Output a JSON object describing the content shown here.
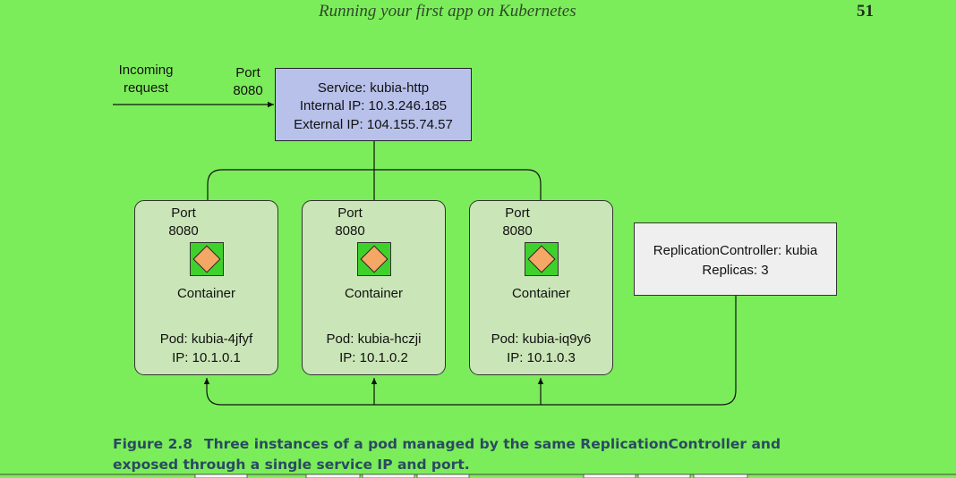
{
  "page": {
    "running_head": "Running your first app on Kubernetes",
    "page_number": "51"
  },
  "diagram": {
    "incoming": {
      "line1": "Incoming",
      "line2": "request"
    },
    "service_port": {
      "line1": "Port",
      "line2": "8080"
    },
    "service": {
      "name": "Service: kubia-http",
      "internal_ip": "Internal IP: 10.3.246.185",
      "external_ip": "External IP: 104.155.74.57"
    },
    "pods": [
      {
        "port_line1": "Port",
        "port_line2": "8080",
        "container": "Container",
        "pod": "Pod: kubia-4jfyf",
        "ip": "IP: 10.1.0.1"
      },
      {
        "port_line1": "Port",
        "port_line2": "8080",
        "container": "Container",
        "pod": "Pod: kubia-hczji",
        "ip": "IP: 10.1.0.2"
      },
      {
        "port_line1": "Port",
        "port_line2": "8080",
        "container": "Container",
        "pod": "Pod: kubia-iq9y6",
        "ip": "IP: 10.1.0.3"
      }
    ],
    "replication_controller": {
      "name": "ReplicationController: kubia",
      "replicas": "Replicas: 3"
    }
  },
  "caption": {
    "number": "Figure 2.8",
    "text": "Three instances of a pod managed by the same ReplicationController and exposed through a single service IP and port."
  },
  "colors": {
    "page_bg": "#7ced5a",
    "service_fill": "#b7c1ea",
    "pod_fill": "#cae5b7",
    "container_fill": "#3fd12b",
    "diamond_fill": "#f5a765",
    "rc_fill": "#efefef",
    "caption_text": "#2a4a62"
  }
}
